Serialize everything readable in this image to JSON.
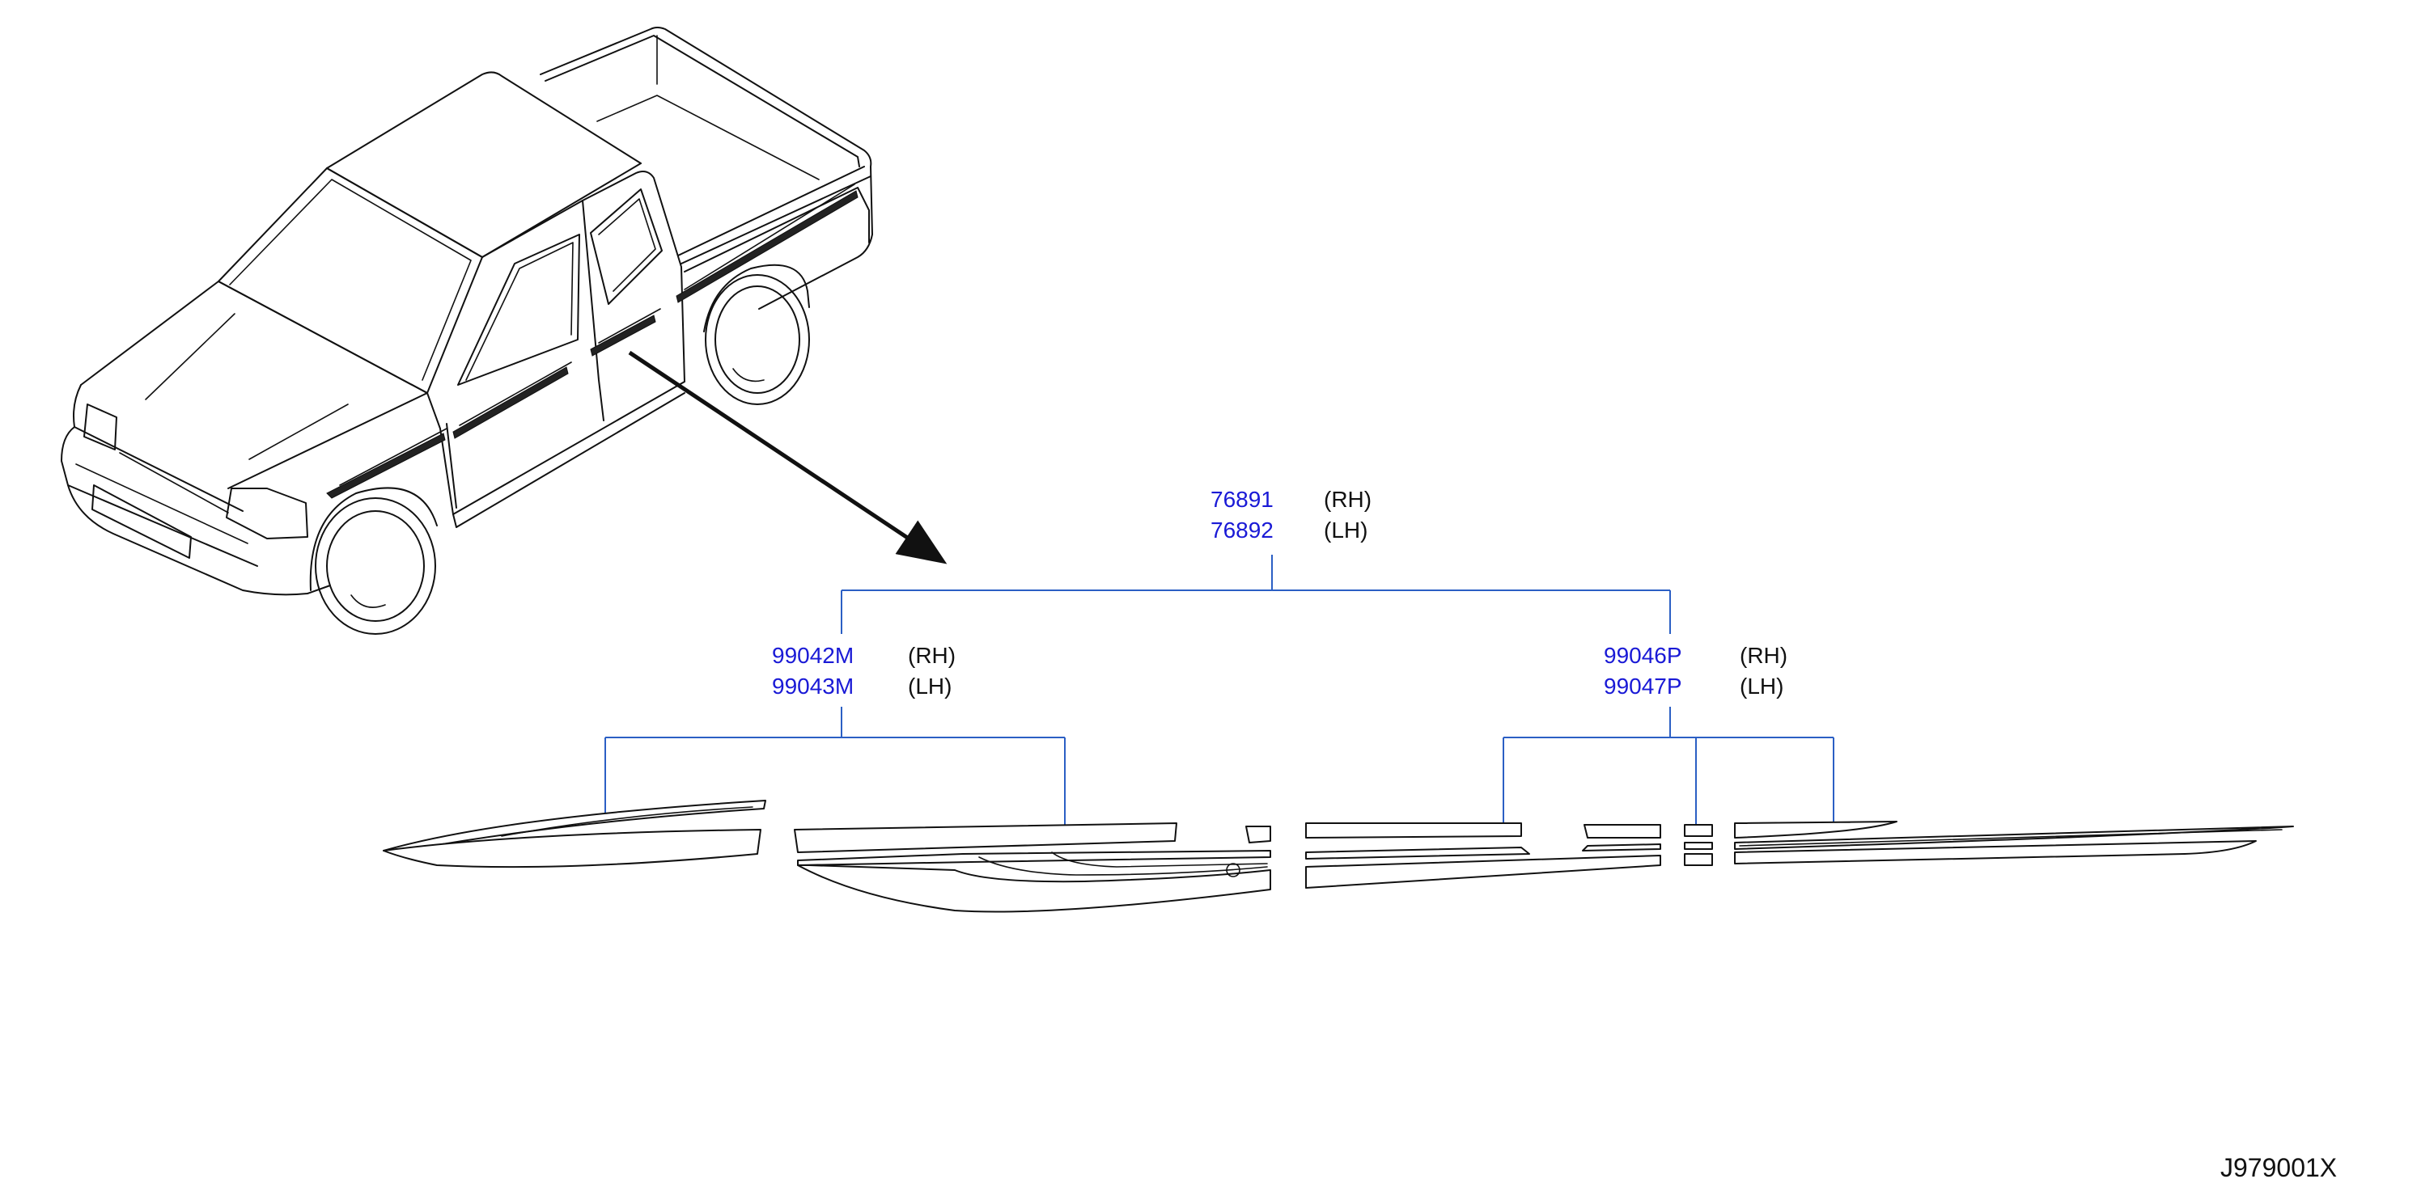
{
  "diagram": {
    "reference_code": "J979001X",
    "colors": {
      "part_number": "#1a1ad6",
      "leader_line": "#2b5fc4",
      "outline": "#111111"
    },
    "top_assembly": {
      "rh_part": "76891",
      "rh_side": "(RH)",
      "lh_part": "76892",
      "lh_side": "(LH)"
    },
    "front_decal": {
      "rh_part": "99042M",
      "rh_side": "(RH)",
      "lh_part": "99043M",
      "lh_side": "(LH)"
    },
    "rear_decal": {
      "rh_part": "99046P",
      "rh_side": "(RH)",
      "lh_part": "99047P",
      "lh_side": "(LH)"
    },
    "illustration": {
      "vehicle": "pickup-truck-illustration",
      "callout": "arrow-icon"
    }
  }
}
